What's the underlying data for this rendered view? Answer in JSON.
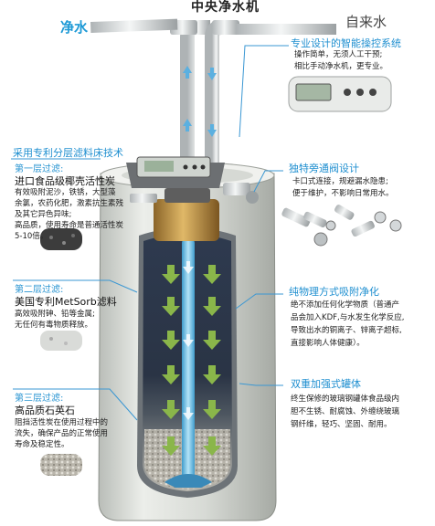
{
  "title": "中央净水机",
  "labels": {
    "jingshui": "净水",
    "zilaishui": "自来水"
  },
  "panel_control": {
    "heading": "专业设计的智能操控系统",
    "lines": [
      "操作简单，无须人工干预;",
      "相比手动净水机，更专业。"
    ]
  },
  "panel_bypass": {
    "heading": "独特旁通阀设计",
    "lines": [
      "卡口式连接，规避漏水隐患;",
      "便于维护，不影响日常用水。"
    ]
  },
  "panel_adsorb": {
    "heading": "纯物理方式吸附净化",
    "lines": [
      "绝不添加任何化学物质（普通产",
      "品会加入KDF,与水发生化学反应,",
      "导致出水的铜离子、锌离子超标,",
      "直接影响人体健康）。"
    ]
  },
  "panel_tank": {
    "heading": "双重加强式罐体",
    "lines": [
      "终生保修的玻璃钢罐体食品级内",
      "胆不生锈、耐腐蚀、外缠绕玻璃",
      "钢纤维，轻巧、坚固、耐用。"
    ]
  },
  "left_heading": "采用专利分层滤料床技术",
  "layer1": {
    "title": "第一层过滤:",
    "name": "进口食品级椰壳活性炭",
    "lines": [
      "有效吸附泥沙，铁锈，大型藻",
      "余氯，农药化肥，激素抗生素残",
      "及其它异色异味;",
      "高品质，使用寿命是普通活性炭",
      "5-10倍。"
    ]
  },
  "layer2": {
    "title": "第二层过滤:",
    "name": "美国专利MetSorb滤料",
    "lines": [
      "高效吸附砷、铅等金属;",
      "无任何有毒物质释放。"
    ]
  },
  "layer3": {
    "title": "第三层过滤:",
    "name": "高品质石英石",
    "lines": [
      "阻挡活性炭在使用过程中的",
      "流失，确保产品的正常使用",
      "寿命及稳定性。"
    ]
  },
  "colors": {
    "accent": "#1f8fd0",
    "cabinet": "#d9dcd8",
    "media_dark": "#2b3648",
    "core_tube": "#7ec8ec",
    "arrow": "#8ab64a",
    "brass": "#c99a45"
  }
}
